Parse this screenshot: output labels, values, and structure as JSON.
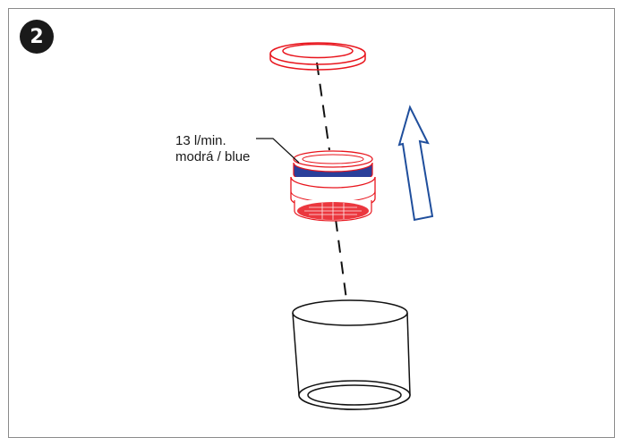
{
  "step": {
    "number": "2"
  },
  "aerator": {
    "flow_rate": "13 l/min.",
    "color_label": "modrá / blue"
  },
  "colors": {
    "frame": "#8a8a8a",
    "badge": "#1a1a1a",
    "part_outline": "#e8141c",
    "blue_band": "#2a3f9a",
    "arrow_outline": "#1f4e9c",
    "housing": "#111111"
  },
  "icons": {
    "arrow": "up-arrow-icon"
  }
}
